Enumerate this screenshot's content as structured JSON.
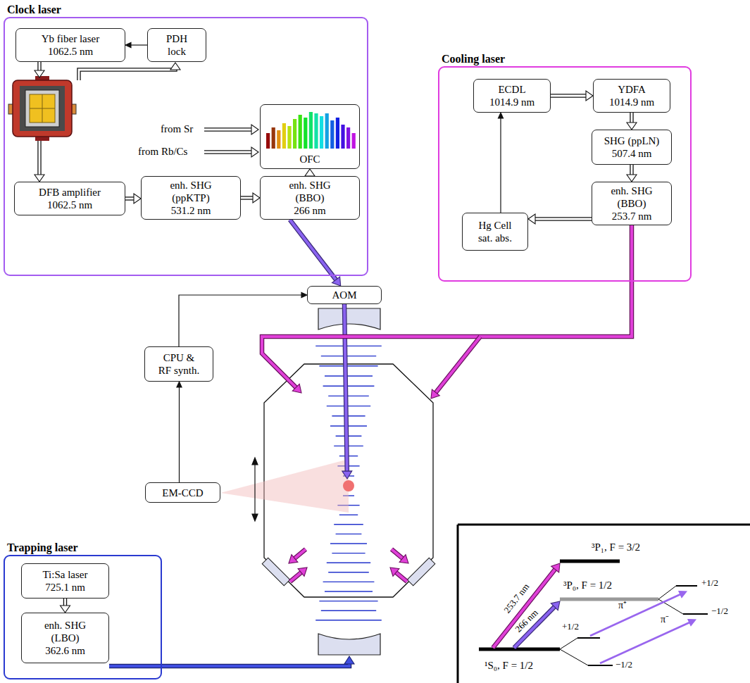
{
  "diagram": {
    "nodes": [
      {
        "text": [
          "Clock laser"
        ]
      },
      {
        "text": [
          "Yb fiber laser",
          "1062.5 nm"
        ],
        "in": 0
      },
      {
        "text": [
          "PDH",
          "lock"
        ],
        "in": 0
      },
      {
        "text": [
          "OFC"
        ],
        "in": 0
      },
      {
        "text": [
          "DFB amplifier",
          "1062.5 nm"
        ],
        "in": 0
      },
      {
        "text": [
          "enh. SHG",
          "(ppKTP)",
          "531.2 nm"
        ],
        "in": 0
      },
      {
        "text": [
          "enh. SHG",
          "(BBO)",
          "266 nm"
        ],
        "in": 0
      },
      {
        "text": [
          "Cooling laser"
        ]
      },
      {
        "text": [
          "ECDL",
          "1014.9 nm"
        ],
        "in": 7
      },
      {
        "text": [
          "YDFA",
          "1014.9 nm"
        ],
        "in": 7
      },
      {
        "text": [
          "SHG (ppLN)",
          "507.4 nm"
        ],
        "in": 7
      },
      {
        "text": [
          "enh. SHG",
          "(BBO)",
          "253.7 nm"
        ],
        "in": 7
      },
      {
        "text": [
          "Hg Cell",
          "sat. abs."
        ],
        "in": 7
      },
      {
        "text": [
          "AOM"
        ]
      },
      {
        "text": [
          "CPU &",
          "RF synth."
        ]
      },
      {
        "text": [
          "EM-CCD"
        ]
      },
      {
        "text": [
          "Trapping laser"
        ]
      },
      {
        "text": [
          "Ti:Sa laser",
          "725.1 nm"
        ],
        "in": 16
      },
      {
        "text": [
          "enh. SHG",
          "(LBO)",
          "362.6 nm"
        ],
        "in": 16
      }
    ],
    "edges": [
      {
        "from": 2,
        "to": 1,
        "arrow": "to"
      },
      {
        "from": 4,
        "to": 5,
        "arrow": "to"
      },
      {
        "from": 5,
        "to": 6,
        "arrow": "to"
      },
      {
        "from": 6,
        "to": 3,
        "arrow": "to"
      },
      {
        "from": 6,
        "to": 13,
        "arrow": "to"
      },
      {
        "from": 14,
        "to": 13,
        "arrow": "to"
      },
      {
        "from": 15,
        "to": 14,
        "arrow": "to"
      },
      {
        "from": 8,
        "to": 9,
        "arrow": "to"
      },
      {
        "from": 9,
        "to": 10,
        "arrow": "to"
      },
      {
        "from": 10,
        "to": 11,
        "arrow": "to"
      },
      {
        "from": 11,
        "to": 12,
        "arrow": "to"
      },
      {
        "from": 12,
        "to": 8,
        "arrow": "to"
      },
      {
        "from": 17,
        "to": 18,
        "arrow": "to"
      }
    ],
    "labels": [
      "from Sr",
      "from Rb/Cs",
      "³P₁, F = 3/2",
      "³P₀, F = 1/2",
      "¹S₀, F = 1/2",
      "+1/2",
      "−1/2",
      "+1/2",
      "−1/2",
      "253.7 nm",
      "266 nm",
      "π⁺",
      "π⁻"
    ]
  }
}
